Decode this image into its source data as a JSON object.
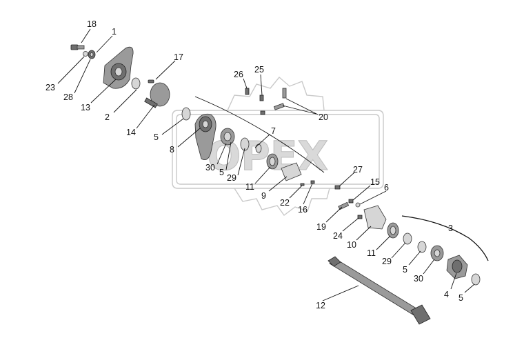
{
  "watermark": {
    "text": "OPEX"
  },
  "callouts": [
    "18",
    "1",
    "17",
    "23",
    "28",
    "13",
    "26",
    "25",
    "2",
    "14",
    "20",
    "5",
    "8",
    "7",
    "30",
    "5",
    "29",
    "11",
    "9",
    "27",
    "22",
    "16",
    "15",
    "6",
    "19",
    "24",
    "10",
    "11",
    "29",
    "5",
    "30",
    "3",
    "4",
    "5",
    "12"
  ]
}
